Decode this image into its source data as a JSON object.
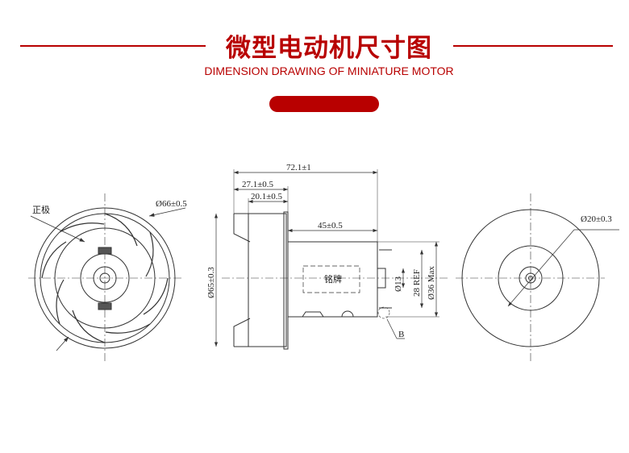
{
  "header": {
    "title": "微型电动机尺寸图",
    "subtitle": "DIMENSION DRAWING OF MINIATURE MOTOR",
    "accent_color": "#b80000"
  },
  "drawing": {
    "front_view": {
      "label_positive": "正极",
      "diameter": "Ø66±0.5"
    },
    "side_view": {
      "overall_length": "72.1±1",
      "fan_housing_length": "27.1±0.5",
      "fan_length": "20.1±0.5",
      "body_length": "45±0.5",
      "housing_diameter": "Ø65±0.3",
      "nameplate": "铭牌",
      "shaft_boss_diameter": "Ø13",
      "ref_dimension": "28 REF",
      "max_diameter": "Ø36 Max",
      "detail_label": "B"
    },
    "rear_view": {
      "diameter": "Ø20±0.3"
    }
  }
}
